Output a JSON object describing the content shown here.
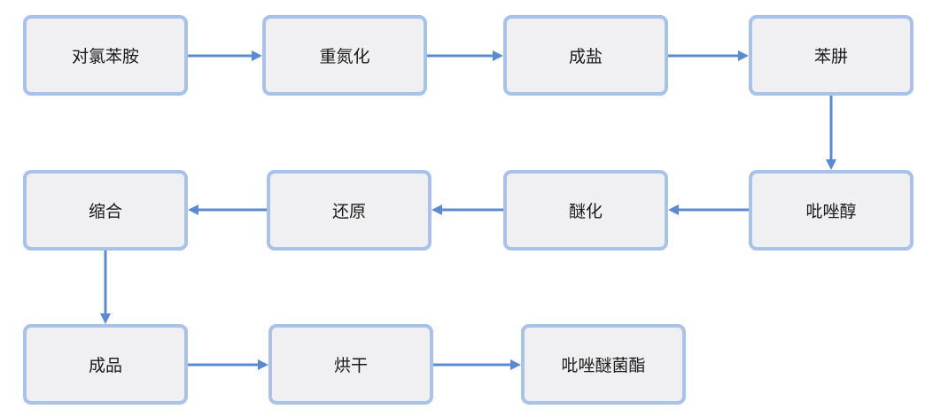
{
  "steps": [
    "对氯苯胺",
    "重氮化",
    "成盐",
    "苯肼",
    "吡唑醇",
    "醚化",
    "还原",
    "缩合",
    "成品",
    "烘干",
    "吡唑醚菌酯"
  ],
  "colors": {
    "box_fill": "#f0eff2",
    "box_border": "#a9c2e8",
    "arrow": "#5b8ad0",
    "text": "#1a1a1a"
  }
}
